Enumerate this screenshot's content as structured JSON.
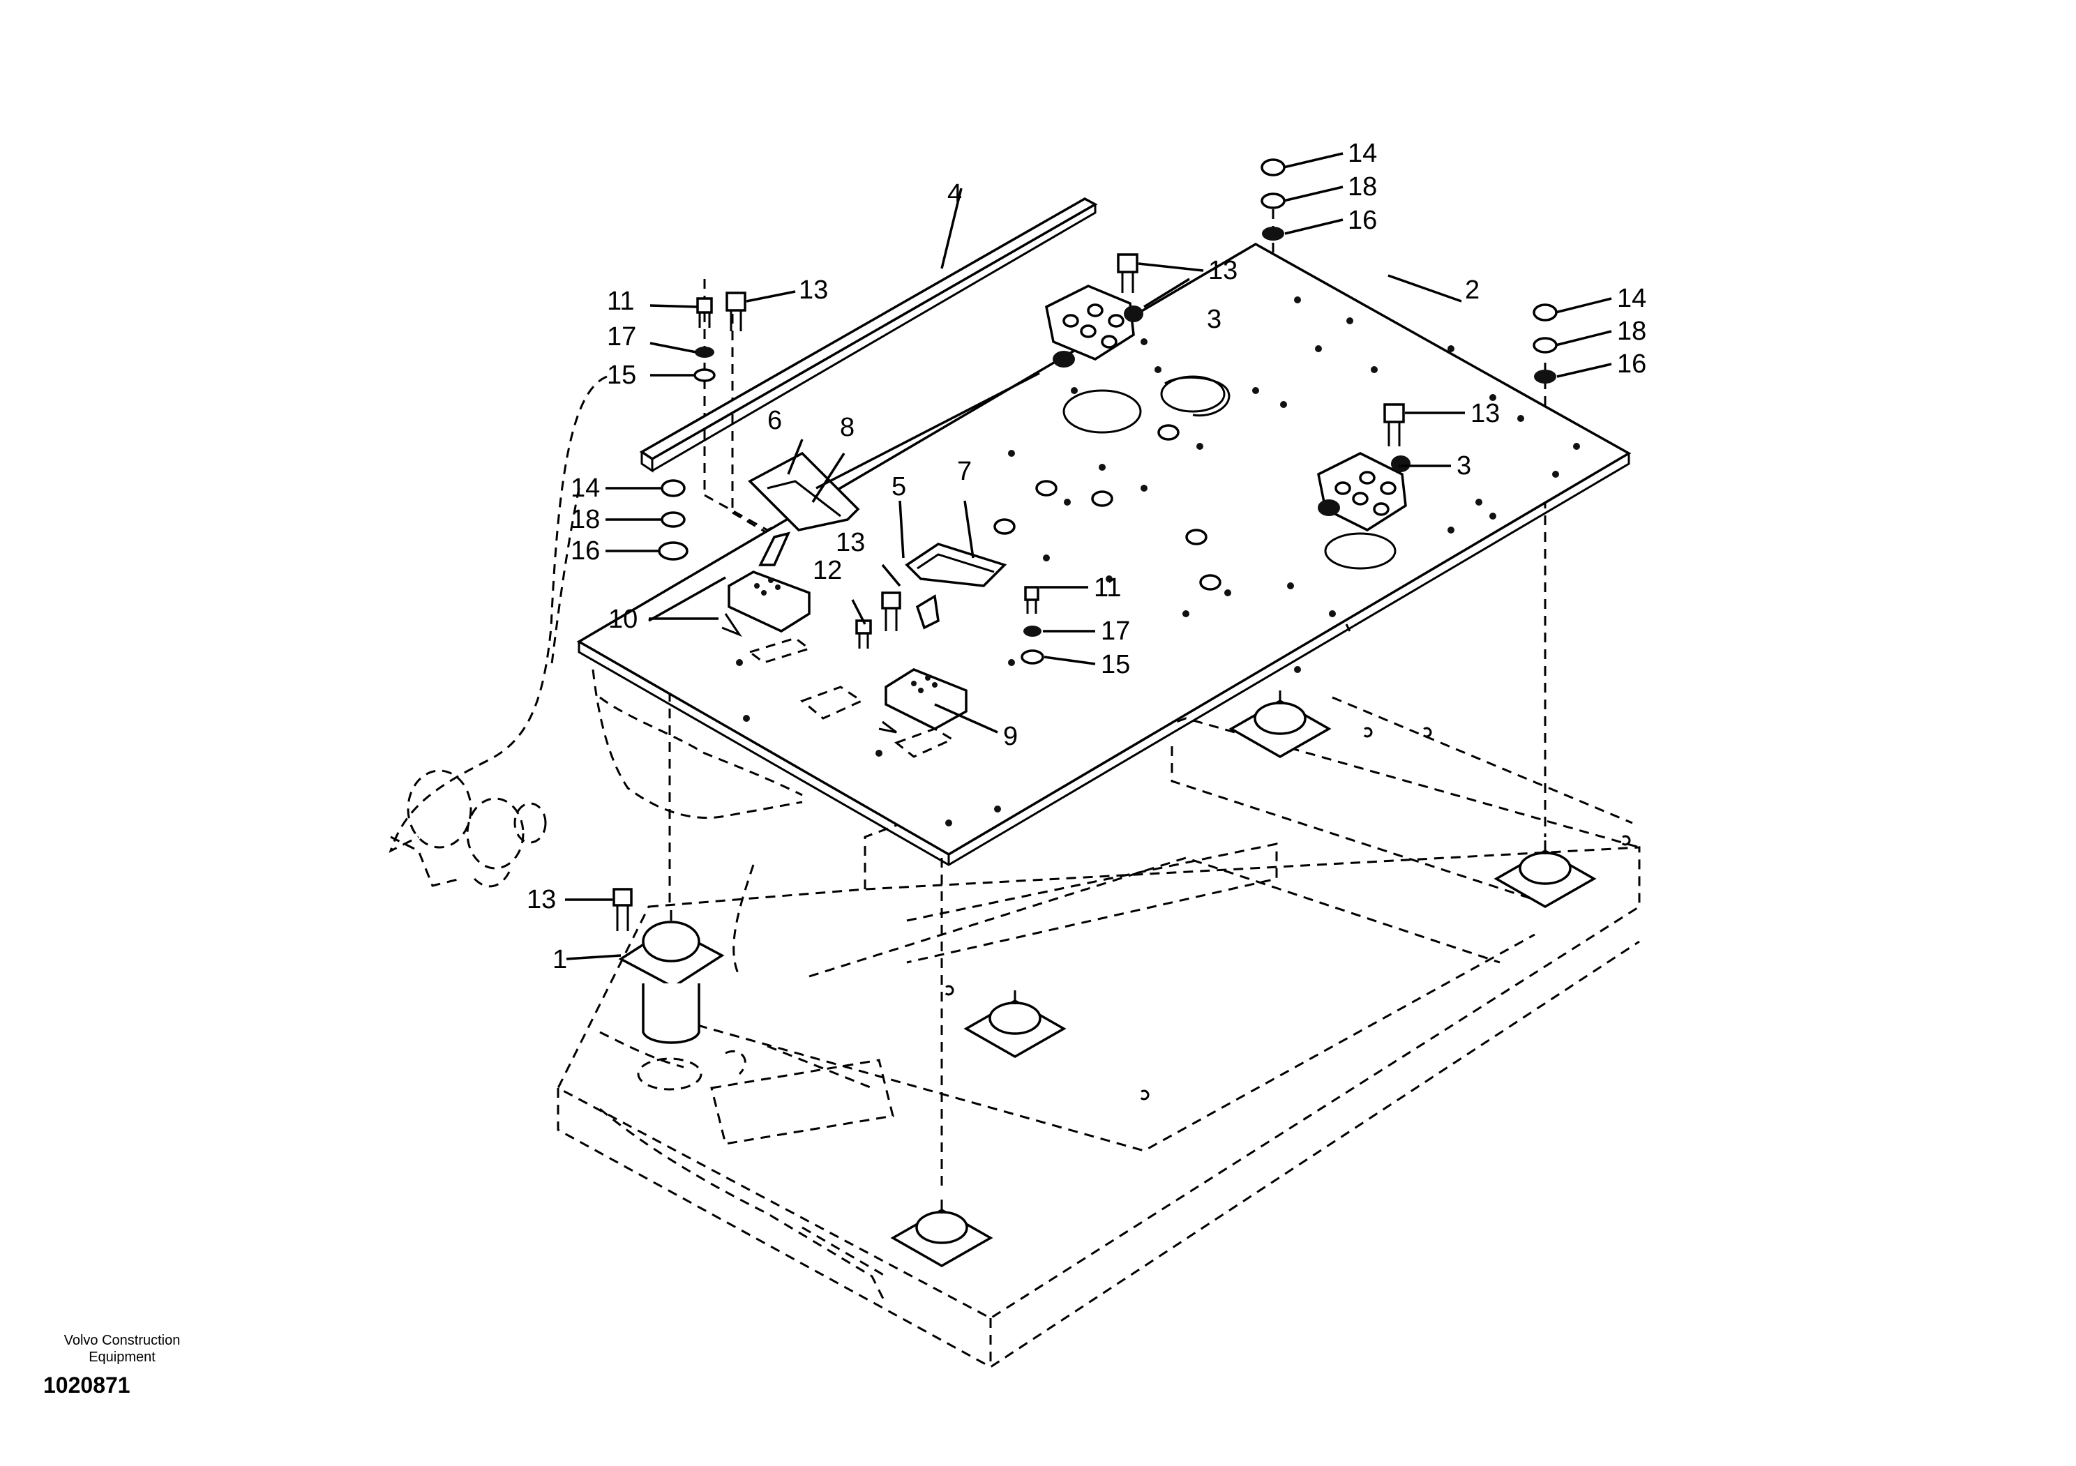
{
  "footer": {
    "maker_line1": "Volvo Construction",
    "maker_line2": "Equipment",
    "drawing_id": "1020871"
  },
  "callouts": {
    "c1": "1",
    "c2": "2",
    "c3a": "3",
    "c3b": "3",
    "c4": "4",
    "c5": "5",
    "c6": "6",
    "c7": "7",
    "c8": "8",
    "c9": "9",
    "c10": "10",
    "c11a": "11",
    "c11b": "11",
    "c12": "12",
    "c13a": "13",
    "c13b": "13",
    "c13c": "13",
    "c13d": "13",
    "c13e": "13",
    "c14a": "14",
    "c14b": "14",
    "c14c": "14",
    "c15a": "15",
    "c15b": "15",
    "c16a": "16",
    "c16b": "16",
    "c16c": "16",
    "c17a": "17",
    "c17b": "17",
    "c18a": "18",
    "c18b": "18",
    "c18c": "18"
  }
}
